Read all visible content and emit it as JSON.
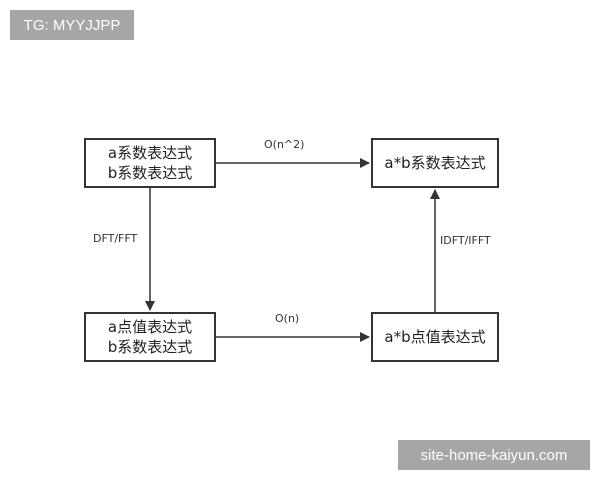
{
  "watermarks": {
    "top_left": "TG: MYYJJPP",
    "bottom_right": "site-home-kaiyun.com"
  },
  "nodes": {
    "coef_ab": {
      "line1": "a系数表达式",
      "line2": "b系数表达式"
    },
    "coef_product": {
      "line1": "a*b系数表达式"
    },
    "point_ab": {
      "line1": "a点值表达式",
      "line2": "b系数表达式"
    },
    "point_product": {
      "line1": "a*b点值表达式"
    }
  },
  "edges": {
    "direct_multiply": "O(n^2)",
    "pointwise_multiply": "O(n)",
    "transform": "DFT/FFT",
    "inverse_transform": "IDFT/IFFT"
  },
  "colors": {
    "stroke": "#333333",
    "watermark_bg": "#a6a6a6",
    "watermark_text": "#ffffff"
  }
}
